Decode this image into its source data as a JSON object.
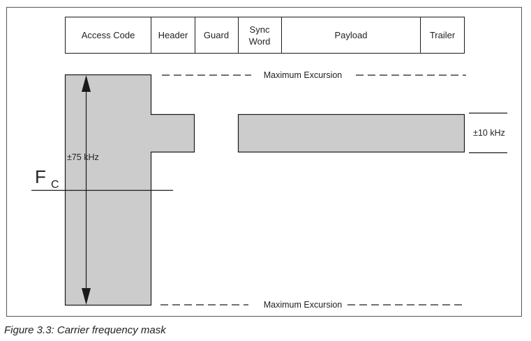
{
  "packet": {
    "fields": [
      {
        "label": "Access Code"
      },
      {
        "label": "Header"
      },
      {
        "label": "Guard"
      },
      {
        "label": "Sync Word",
        "line1": "Sync",
        "line2": "Word"
      },
      {
        "label": "Payload"
      },
      {
        "label": "Trailer"
      }
    ]
  },
  "labels": {
    "max_excursion_top": "Maximum Excursion",
    "max_excursion_bottom": "Maximum Excursion",
    "deviation_large": "±75 kHz",
    "deviation_small": "±10 kHz",
    "carrier_letter": "F",
    "carrier_subscript": "C"
  },
  "caption": "Figure 3.3:  Carrier frequency mask",
  "colors": {
    "mask_fill": "#cccccc",
    "stroke": "#1a1a1a",
    "frame": "#555555"
  }
}
